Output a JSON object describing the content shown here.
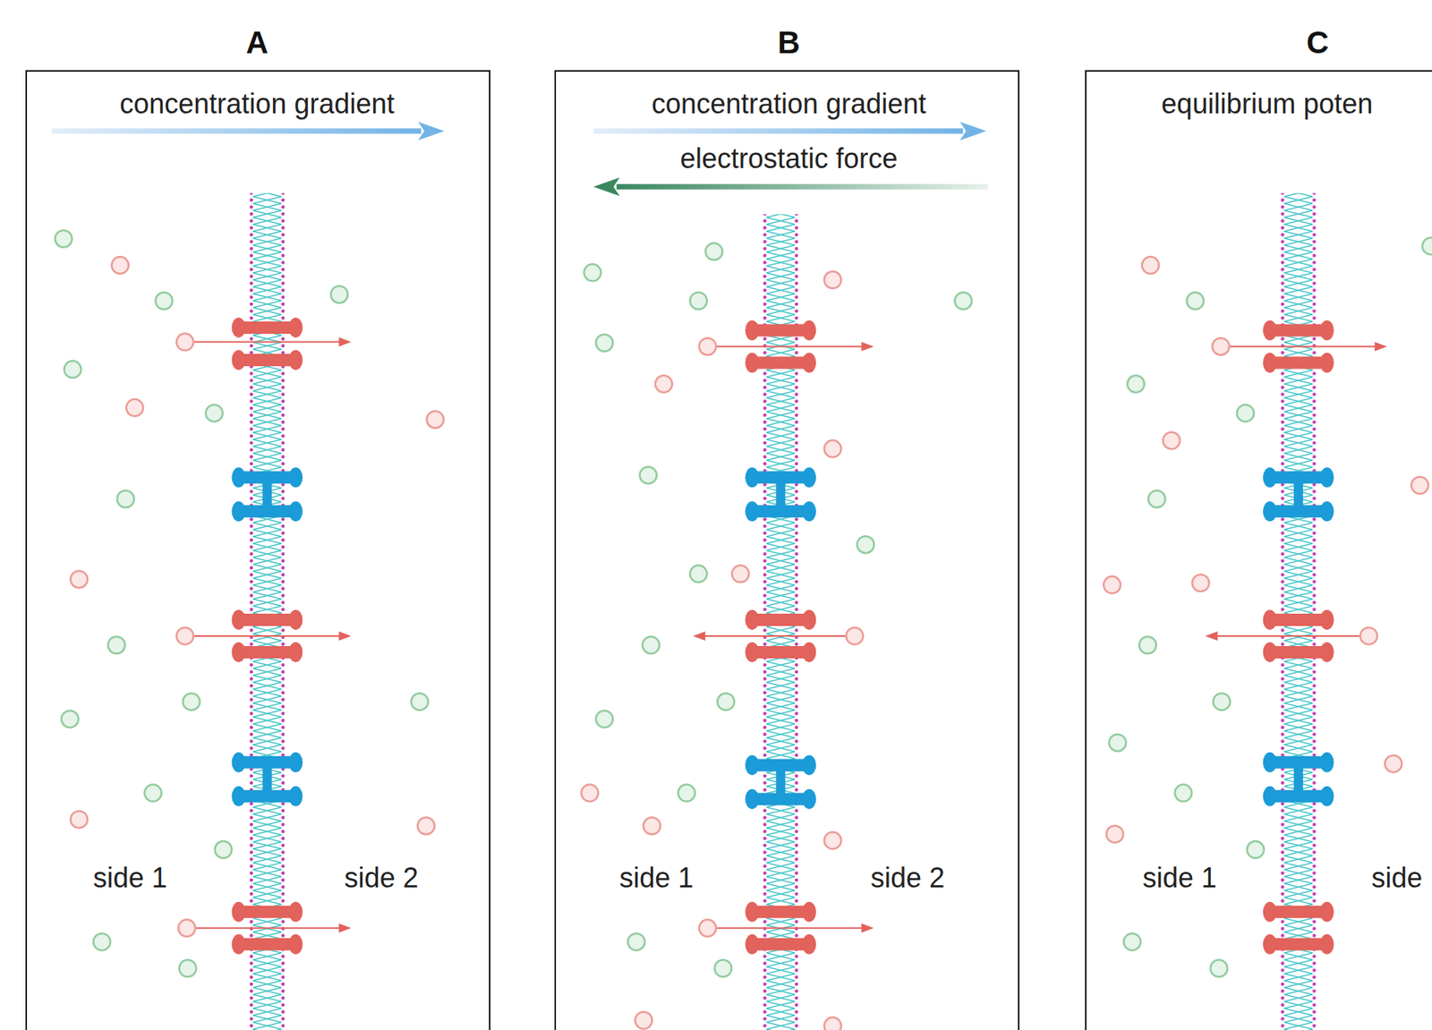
{
  "diagram": {
    "nodes": [
      {
        "text": [
          "A",
          "concentration gradient",
          "side 1",
          "side 2"
        ]
      },
      {
        "text": [
          "B",
          "concentration gradient",
          "electrostatic force",
          "side 1",
          "side 2"
        ]
      },
      {
        "text": [
          "C",
          "equilibrium poten",
          "side 1",
          "side"
        ]
      }
    ]
  }
}
